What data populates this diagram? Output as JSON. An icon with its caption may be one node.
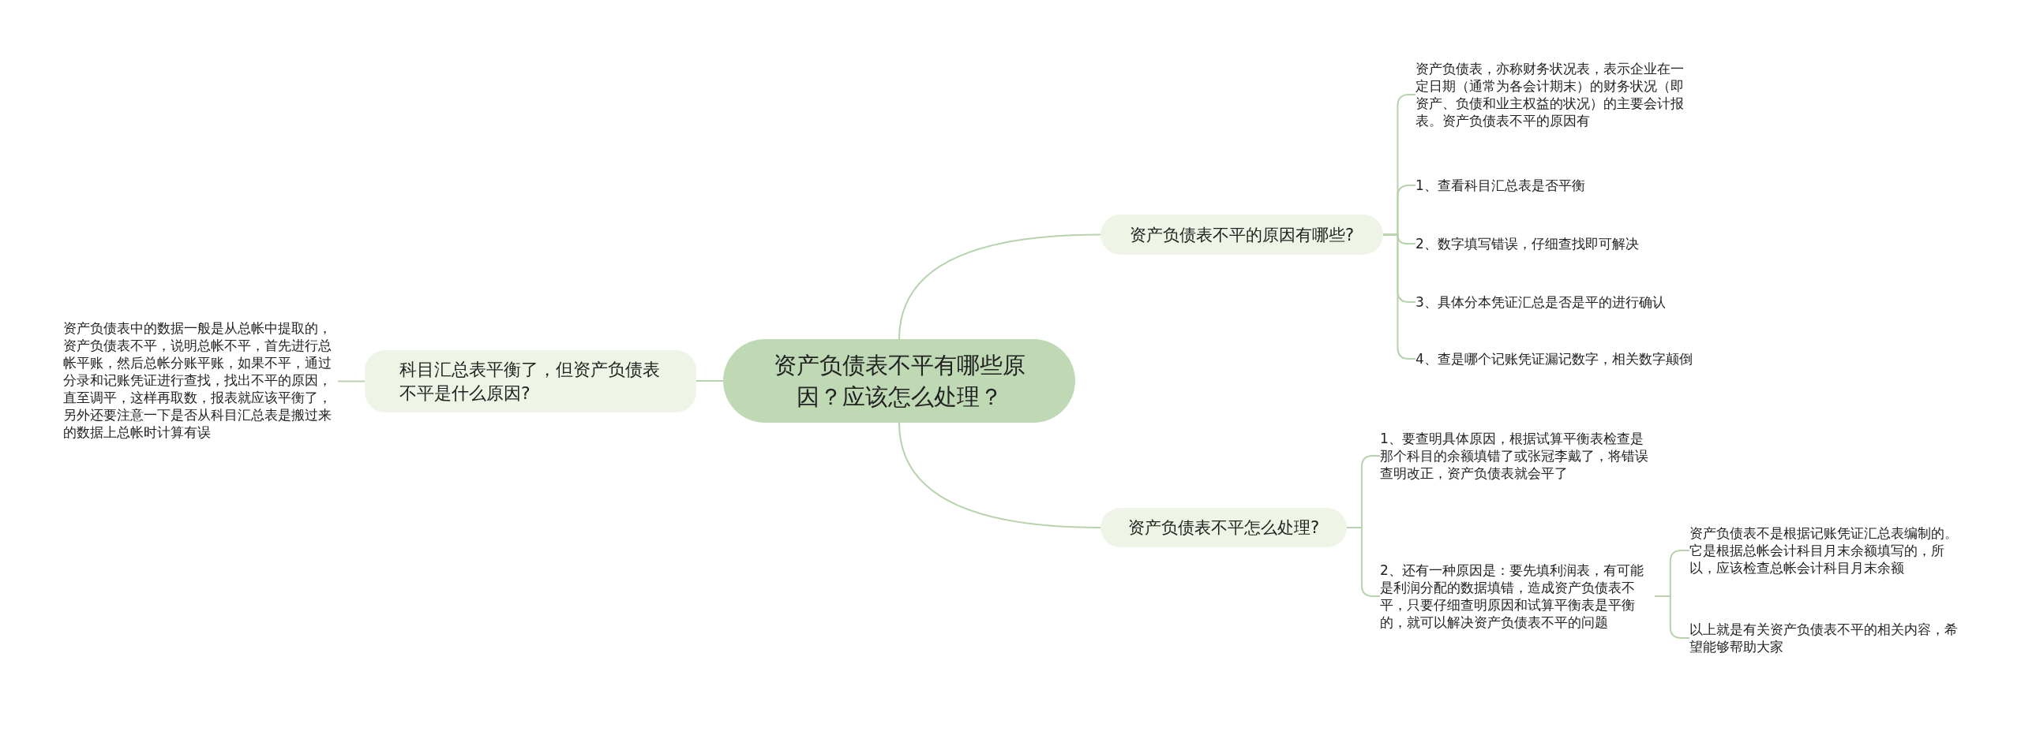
{
  "diagram": {
    "nodes": [
      {
        "text": [
          "资产负债表不平有哪些原因？应该怎么处理？"
        ]
      },
      {
        "text": [
          "资产负债表不平的原因有哪些?"
        ]
      },
      {
        "text": [
          "资产负债表，亦称财务状况表，表示企业在一定日期（通常为各会计期末）的财务状况（即资产、负债和业主权益的状况）的主要会计报表。资产负债表不平的原因有"
        ]
      },
      {
        "text": [
          "1、查看科目汇总表是否平衡"
        ]
      },
      {
        "text": [
          "2、数字填写错误，仔细查找即可解决"
        ]
      },
      {
        "text": [
          "3、具体分本凭证汇总是否是平的进行确认"
        ]
      },
      {
        "text": [
          "4、查是哪个记账凭证漏记数字，相关数字颠倒"
        ]
      },
      {
        "text": [
          "资产负债表不平怎么处理?"
        ]
      },
      {
        "text": [
          "1、要查明具体原因，根据试算平衡表检查是那个科目的余额填错了或张冠李戴了，将错误查明改正，资产负债表就会平了"
        ]
      },
      {
        "text": [
          "2、还有一种原因是：要先填利润表，有可能是利润分配的数据填错，造成资产负债表不平，只要仔细查明原因和试算平衡表是平衡的，就可以解决资产负债表不平的问题"
        ]
      },
      {
        "text": [
          "资产负债表不是根据记账凭证汇总表编制的。它是根据总帐会计科目月末余额填写的，所以，应该检查总帐会计科目月末余额"
        ]
      },
      {
        "text": [
          "以上就是有关资产负债表不平的相关内容，希望能够帮助大家"
        ]
      },
      {
        "text": [
          "科目汇总表平衡了，但资产负债表不平是什么原因?"
        ]
      },
      {
        "text": [
          "资产负债表中的数据一般是从总帐中提取的，资产负债表不平，说明总帐不平，首先进行总帐平账，然后总帐分账平账，如果不平，通过分录和记账凭证进行查找，找出不平的原因，直至调平，这样再取数，报表就应该平衡了，另外还要注意一下是否从科目汇总表是搬过来的数据上总帐时计算有误"
        ]
      }
    ],
    "edges": [
      {
        "from": 0,
        "to": 1,
        "arrow": "none"
      },
      {
        "from": 1,
        "to": 2,
        "arrow": "none"
      },
      {
        "from": 1,
        "to": 3,
        "arrow": "none"
      },
      {
        "from": 1,
        "to": 4,
        "arrow": "none"
      },
      {
        "from": 1,
        "to": 5,
        "arrow": "none"
      },
      {
        "from": 1,
        "to": 6,
        "arrow": "none"
      },
      {
        "from": 0,
        "to": 7,
        "arrow": "none"
      },
      {
        "from": 7,
        "to": 8,
        "arrow": "none"
      },
      {
        "from": 7,
        "to": 9,
        "arrow": "none"
      },
      {
        "from": 9,
        "to": 10,
        "arrow": "none"
      },
      {
        "from": 9,
        "to": 11,
        "arrow": "none"
      },
      {
        "from": 0,
        "to": 12,
        "arrow": "none"
      },
      {
        "from": 12,
        "to": 13,
        "arrow": "none"
      }
    ]
  }
}
